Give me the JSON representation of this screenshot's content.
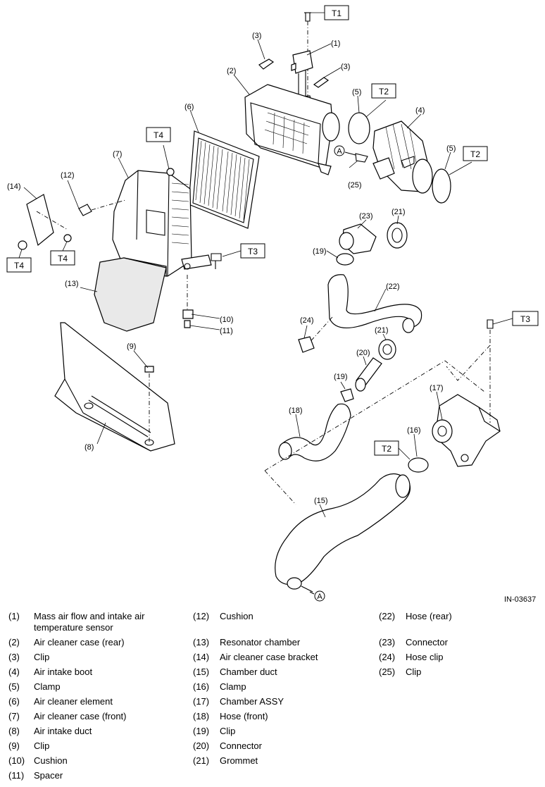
{
  "diagram": {
    "reference_code": "IN-03637",
    "torque_labels": {
      "t1": "T1",
      "t2": "T2",
      "t3": "T3",
      "t4": "T4"
    },
    "callouts": {
      "c1": "(1)",
      "c2": "(2)",
      "c3": "(3)",
      "c4": "(4)",
      "c5": "(5)",
      "c6": "(6)",
      "c7": "(7)",
      "c8": "(8)",
      "c9": "(9)",
      "c10": "(10)",
      "c11": "(11)",
      "c12": "(12)",
      "c13": "(13)",
      "c14": "(14)",
      "c15": "(15)",
      "c16": "(16)",
      "c17": "(17)",
      "c18": "(18)",
      "c19": "(19)",
      "c20": "(20)",
      "c21": "(21)",
      "c22": "(22)",
      "c23": "(23)",
      "c24": "(24)",
      "c25": "(25)"
    },
    "reference_marker": "A"
  },
  "legend": {
    "columns": [
      [
        {
          "num": "(1)",
          "name": "Mass air flow and intake air temperature sensor"
        },
        {
          "num": "(2)",
          "name": "Air cleaner case (rear)"
        },
        {
          "num": "(3)",
          "name": "Clip"
        },
        {
          "num": "(4)",
          "name": "Air intake boot"
        },
        {
          "num": "(5)",
          "name": "Clamp"
        },
        {
          "num": "(6)",
          "name": "Air cleaner element"
        },
        {
          "num": "(7)",
          "name": "Air cleaner case (front)"
        },
        {
          "num": "(8)",
          "name": "Air intake duct"
        },
        {
          "num": "(9)",
          "name": "Clip"
        },
        {
          "num": "(10)",
          "name": "Cushion"
        },
        {
          "num": "(11)",
          "name": "Spacer"
        }
      ],
      [
        {
          "num": "(12)",
          "name": "Cushion"
        },
        {
          "num": "(13)",
          "name": "Resonator chamber"
        },
        {
          "num": "(14)",
          "name": "Air cleaner case bracket"
        },
        {
          "num": "(15)",
          "name": "Chamber duct"
        },
        {
          "num": "(16)",
          "name": "Clamp"
        },
        {
          "num": "(17)",
          "name": "Chamber ASSY"
        },
        {
          "num": "(18)",
          "name": "Hose (front)"
        },
        {
          "num": "(19)",
          "name": "Clip"
        },
        {
          "num": "(20)",
          "name": "Connector"
        },
        {
          "num": "(21)",
          "name": "Grommet"
        }
      ],
      [
        {
          "num": "(22)",
          "name": "Hose (rear)"
        },
        {
          "num": "(23)",
          "name": "Connector"
        },
        {
          "num": "(24)",
          "name": "Hose clip"
        },
        {
          "num": "(25)",
          "name": "Clip"
        }
      ]
    ]
  }
}
